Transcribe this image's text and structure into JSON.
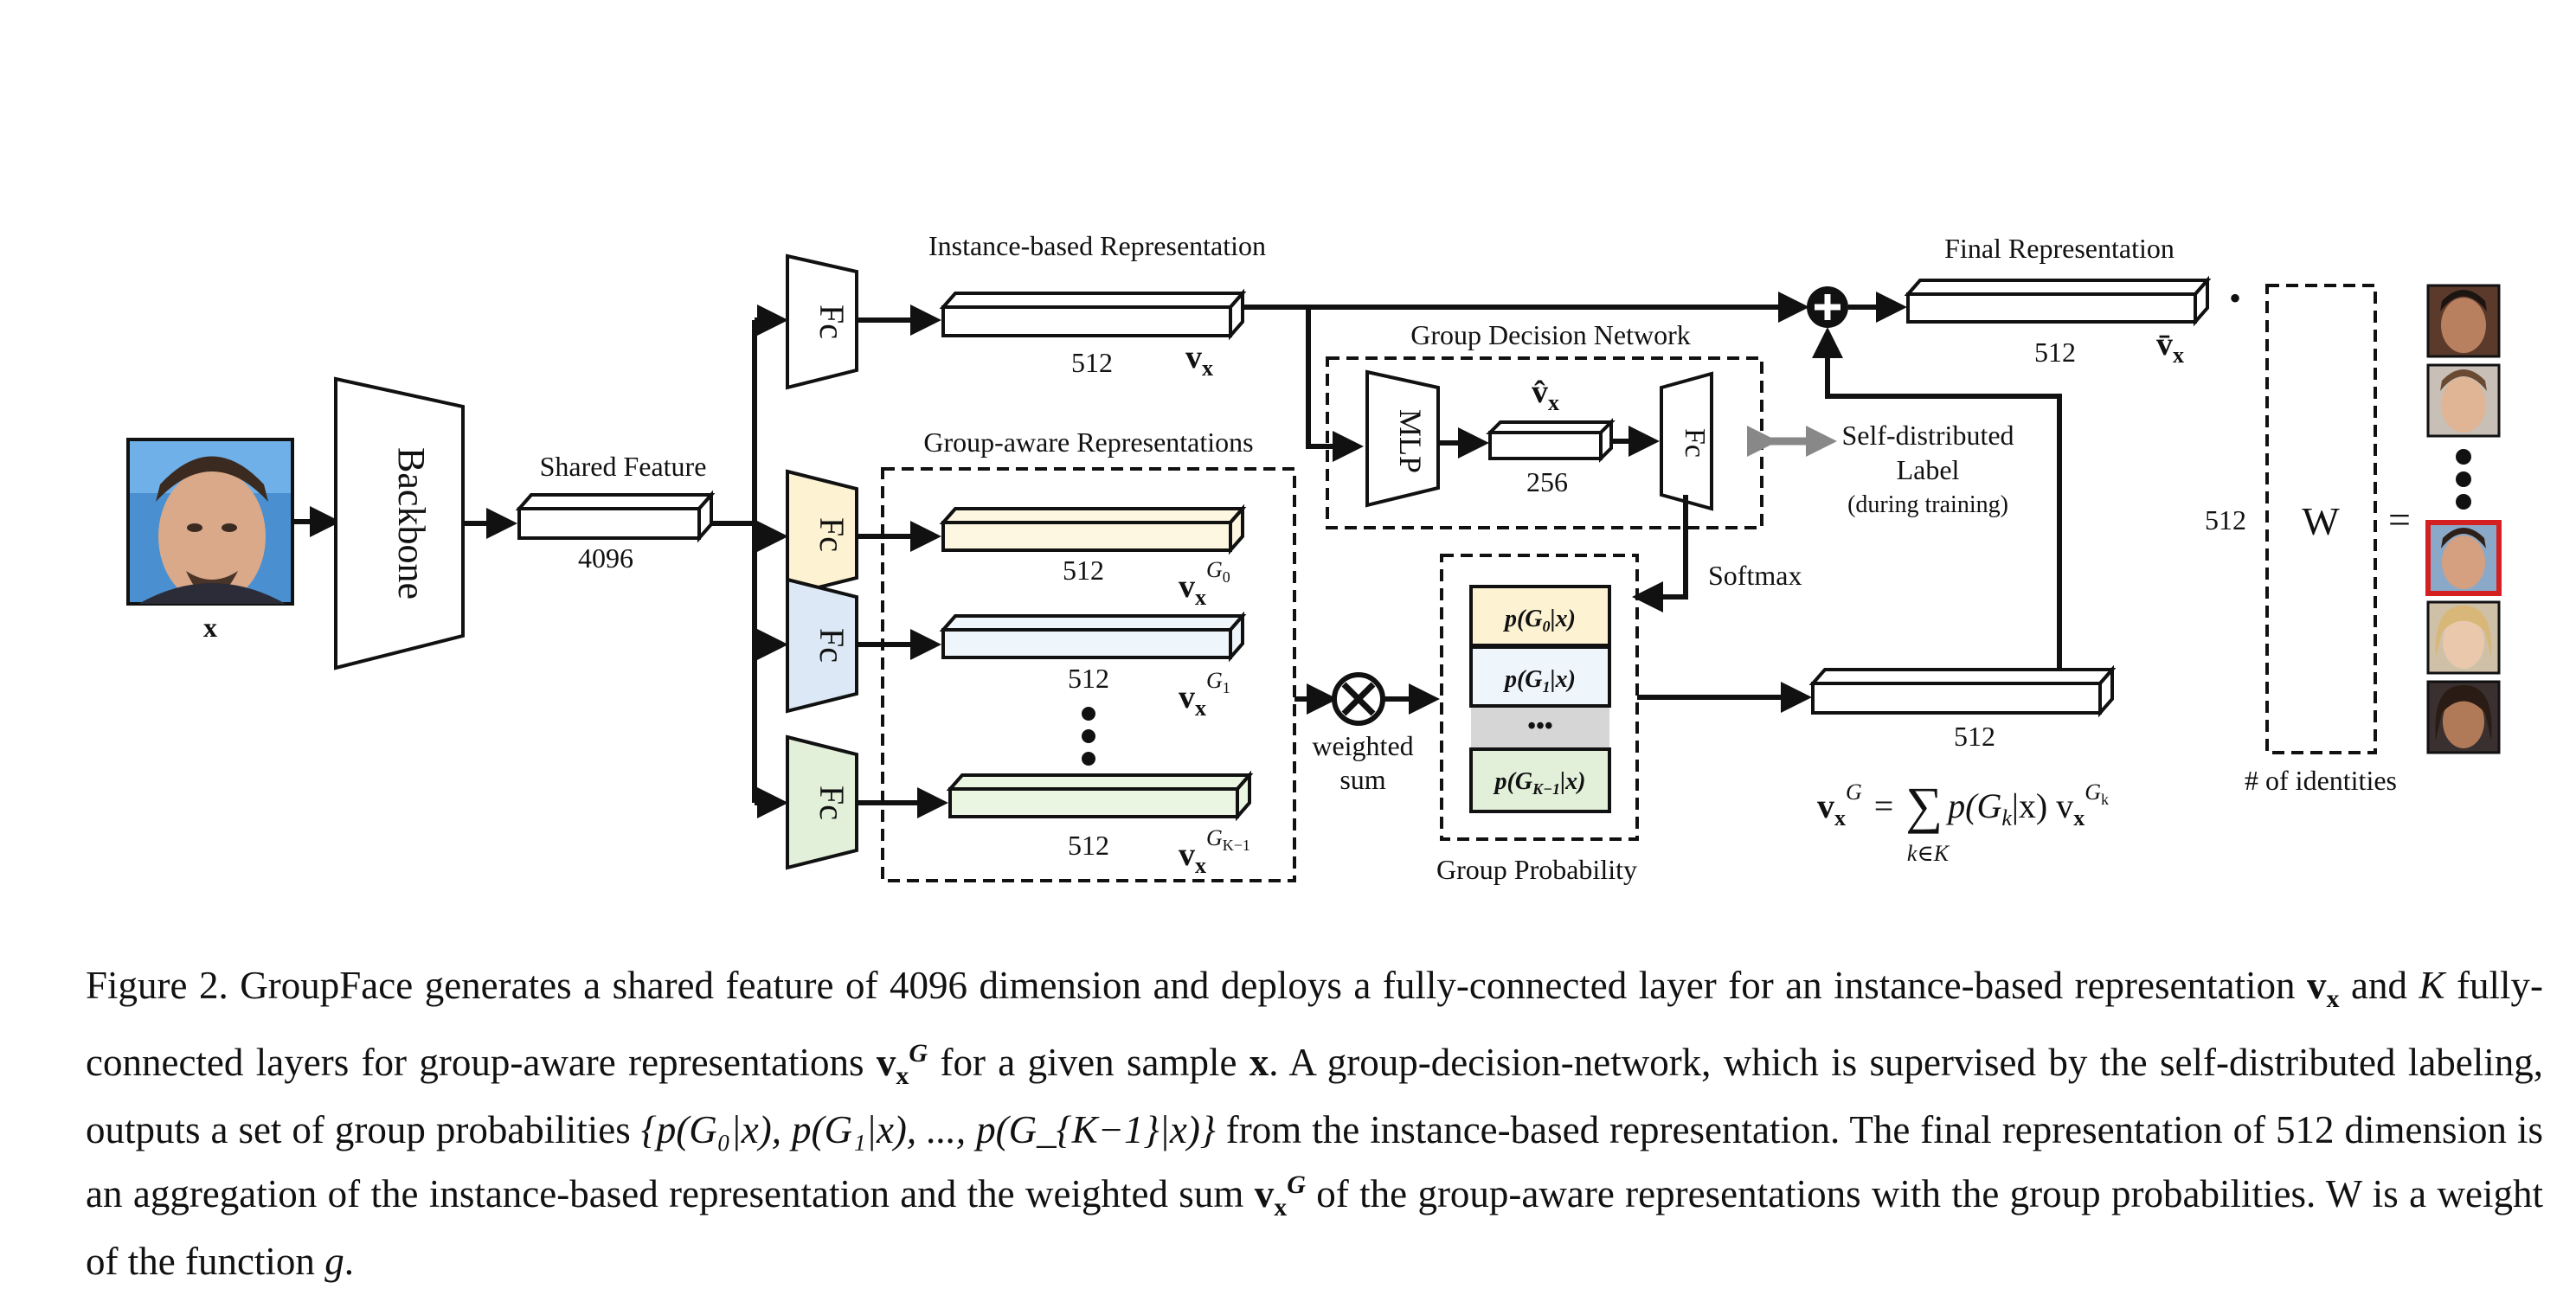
{
  "figure": {
    "input_label": "x",
    "backbone_label": "Backbone",
    "shared_feature_label": "Shared Feature",
    "shared_feature_dim": "4096",
    "fc_label": "Fc",
    "instance_title": "Instance-based Representation",
    "instance_dim": "512",
    "instance_var": "v",
    "instance_var_sub": "x",
    "group_aware_title": "Group-aware Representations",
    "group_rows": [
      {
        "dim": "512",
        "var": "v",
        "sub": "x",
        "sup": "G",
        "sup_sub": "0"
      },
      {
        "dim": "512",
        "var": "v",
        "sub": "x",
        "sup": "G",
        "sup_sub": "1"
      },
      {
        "dim": "512",
        "var": "v",
        "sub": "x",
        "sup": "G",
        "sup_sub": "K−1"
      }
    ],
    "weighted_sum_label": [
      "weighted",
      "sum"
    ],
    "gdn_title": "Group Decision Network",
    "mlp_label": "MLP",
    "gdn_hidden_dim": "256",
    "gdn_hidden_var": "v̂",
    "gdn_hidden_sub": "x",
    "self_label": [
      "Self-distributed",
      "Label",
      "(during training)"
    ],
    "softmax_label": "Softmax",
    "group_prob_title": "Group Probability",
    "prob_items": [
      {
        "text": "p(G",
        "sub": "0",
        "tail": "|x)"
      },
      {
        "text": "p(G",
        "sub": "1",
        "tail": "|x)"
      },
      {
        "text": "•••",
        "sub": "",
        "tail": ""
      },
      {
        "text": "p(G",
        "sub": "K−1",
        "tail": "|x)"
      }
    ],
    "agg_dim": "512",
    "agg_formula": {
      "lhs": "v",
      "lhs_sub": "x",
      "lhs_sup": "G",
      "eq": "=",
      "sum": "∑",
      "sum_sub": "k∈K",
      "term": "p(G",
      "term_sub": "k",
      "term_tail": "|x) v",
      "term_vsub": "x",
      "term_vsup": "G",
      "term_vsup_sub": "k"
    },
    "final_title": "Final Representation",
    "final_dim": "512",
    "final_var": "v̄",
    "final_var_sub": "x",
    "dot_symbol": "•",
    "weight_dim": "512",
    "weight_label": "W",
    "equals": "=",
    "identities_label": "# of identities",
    "colors": {
      "fc_g0": "#fdf3d2",
      "fc_g1": "#dce8f5",
      "fc_gk": "#e2f0da",
      "rep_g0": "#fdf6e0",
      "rep_g1": "#eef6fb",
      "rep_gk": "#eaf5e2",
      "gdn_bg": "#eef6e9",
      "group_bg": "#f2f2f2",
      "prob_bg": "#dde8f3",
      "weight_bg": "#e7eff9",
      "face_highlight": "#d42020"
    }
  },
  "caption": {
    "fig_num": "Figure 2.",
    "t1": "GroupFace generates a shared feature of 4096 dimension and deploys a fully-connected layer for an instance-based representation",
    "t2": "and",
    "t3": "fully-connected layers for group-aware representations",
    "t4": "for a given sample",
    "t5": ". A group-decision-network, which is supervised by the self-distributed labeling, outputs a set of group probabilities",
    "set_expr": "{p(G₀|x), p(G₁|x), ..., p(G_{K−1}|x)}",
    "t6": "from the instance-based representation. The final representation of 512 dimension is an aggregation of the instance-based representation and the weighted sum",
    "t7": "of the group-aware representations with the group probabilities. W is a weight of the function",
    "func": "g",
    "t8": "."
  }
}
